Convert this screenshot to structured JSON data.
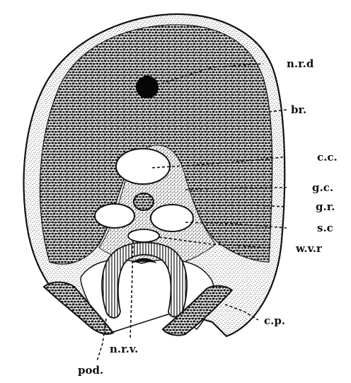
{
  "figure": {
    "labels": {
      "nrd": "n.r.d",
      "br": "br.",
      "cc": "c.c.",
      "gc": "g.c.",
      "gr": "g.r.",
      "sc": "s.c",
      "wvr": "w.v.r",
      "cp": "c.p.",
      "pod": "pod.",
      "nrv": "n.r.v."
    },
    "colors": {
      "ink": "#111111",
      "stipple_dark": "#2a2a2a",
      "stipple_light": "#d8d8d8",
      "paper": "#ffffff"
    }
  }
}
